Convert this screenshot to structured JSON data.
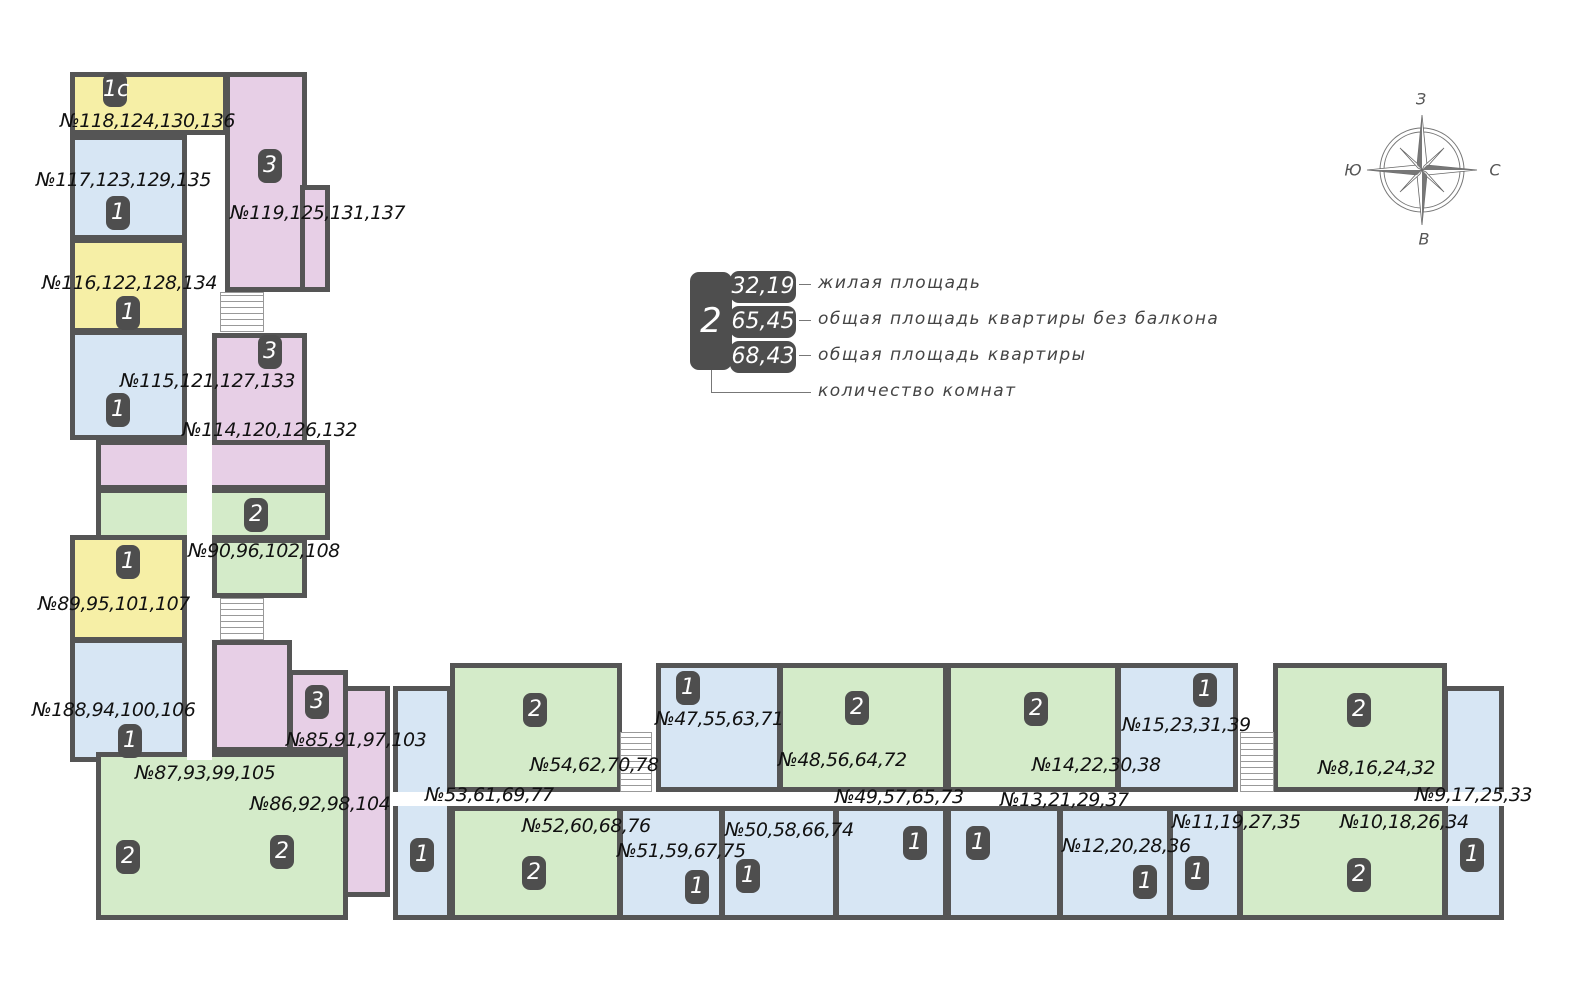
{
  "legend": {
    "rooms": "2",
    "living_area": "32,19",
    "area_no_balcony": "65,45",
    "total_area": "68,43",
    "living_area_label": "жилая площадь",
    "area_no_balcony_label": "общая площадь квартиры без балкона",
    "total_area_label": "общая площадь квартиры",
    "rooms_label": "количество комнат"
  },
  "compass": {
    "north_top": "З",
    "left": "Ю",
    "right": "С",
    "bottom": "В"
  },
  "colors": {
    "studio": "#f6efa6",
    "one_room": "#d7e6f4",
    "two_room": "#d4ebc9",
    "three_room": "#e7cfe6",
    "walls": "#555555",
    "badge": "#4e4e4e"
  },
  "badges": [
    "1с",
    "3",
    "1",
    "1",
    "1",
    "3",
    "2",
    "1",
    "1",
    "3",
    "2",
    "2",
    "1",
    "2",
    "2",
    "1",
    "2",
    "1",
    "1",
    "1",
    "2",
    "1",
    "1",
    "1",
    "1",
    "2",
    "2",
    "1"
  ],
  "apartments": [
    "№118,124,130,136",
    "№117,123,129,135",
    "№119,125,131,137",
    "№116,122,128,134",
    "№115,121,127,133",
    "№114,120,126,132",
    "№90,96,102,108",
    "№89,95,101,107",
    "№188,94,100,106",
    "№85,91,97,103",
    "№87,93,99,105",
    "№86,92,98,104",
    "№53,61,69,77",
    "№54,62,70,78",
    "№47,55,63,71",
    "№48,56,64,72",
    "№49,57,65,73",
    "№52,60,68,76",
    "№50,58,66,74",
    "№51,59,67,75",
    "№15,23,31,39",
    "№14,22,30,38",
    "№13,21,29,37",
    "№11,19,27,35",
    "№12,20,28,36",
    "№8,16,24,32",
    "№9,17,25,33",
    "№10,18,26,34"
  ]
}
